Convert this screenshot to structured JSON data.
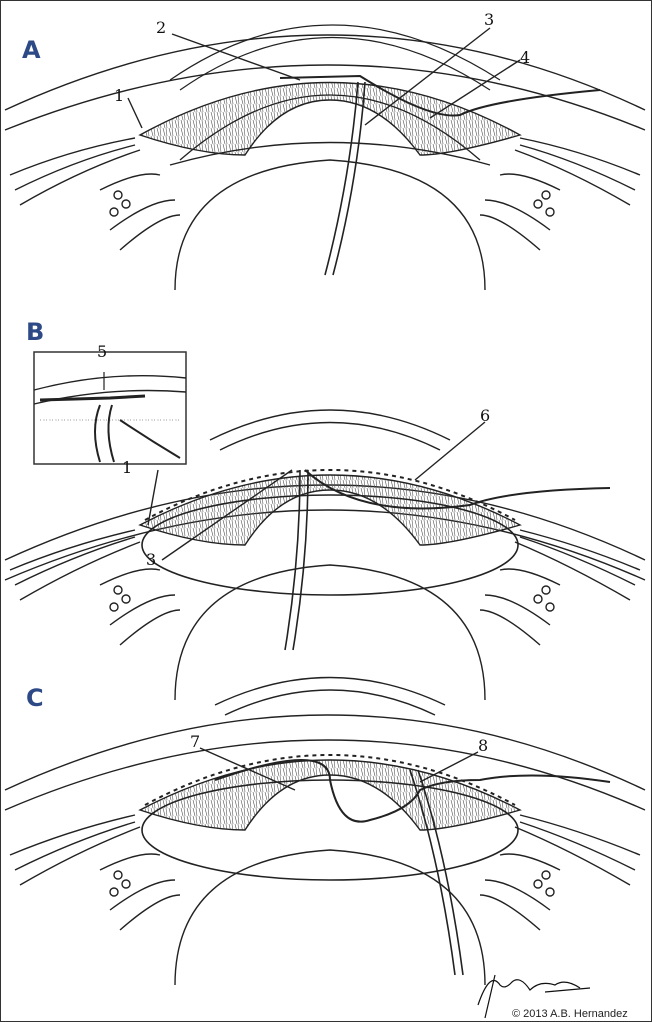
{
  "panels": [
    {
      "label": "A",
      "callouts": [
        "1",
        "2",
        "3",
        "4"
      ]
    },
    {
      "label": "B",
      "callouts": [
        "5",
        "1",
        "3",
        "6"
      ]
    },
    {
      "label": "C",
      "callouts": [
        "7",
        "8"
      ]
    }
  ],
  "signature": "Hernandez",
  "copyright": "© 2013 A.B. Hernandez"
}
